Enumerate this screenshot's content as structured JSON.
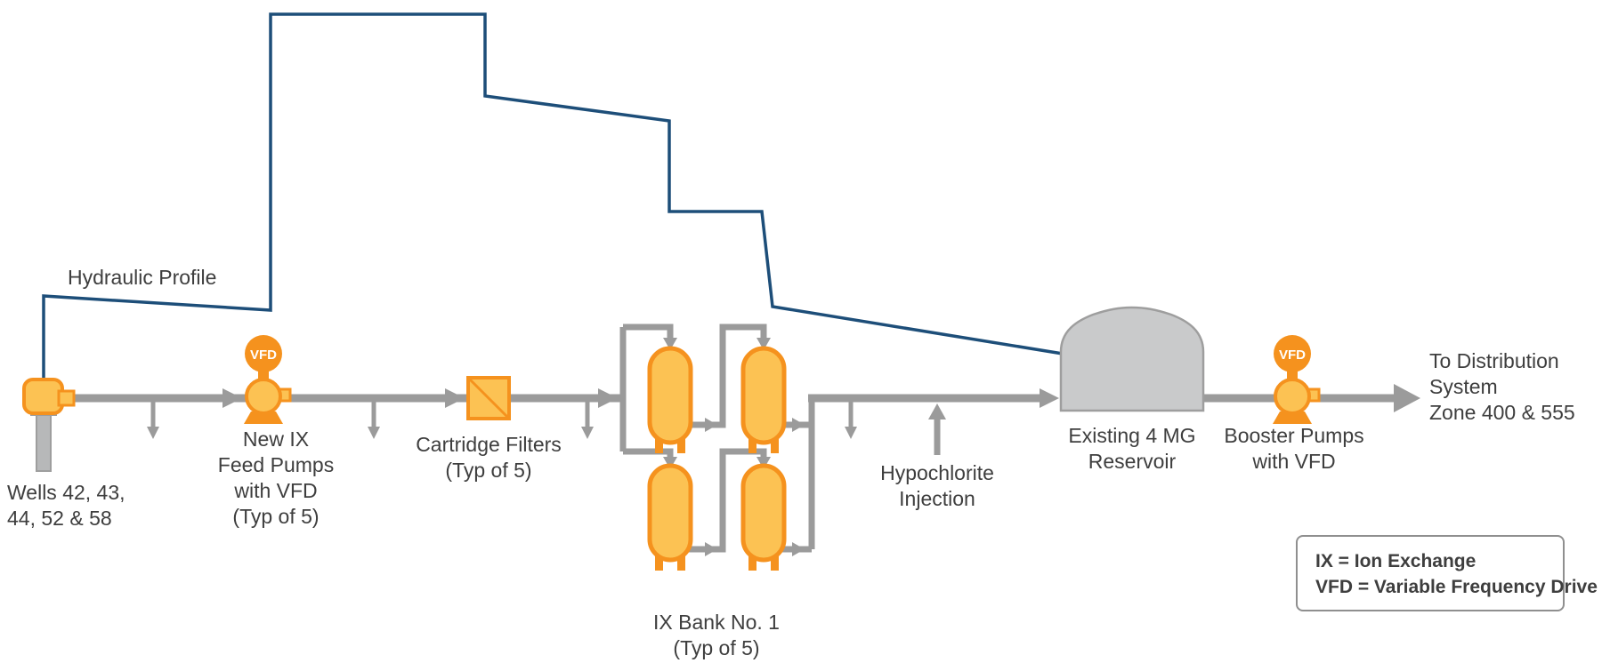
{
  "colors": {
    "pipe": "#9b9b9b",
    "navy": "#1d4e79",
    "equip-fill": "#fcc253",
    "equip-stroke": "#f5921e",
    "tank-fill": "#c9cacb",
    "tank-stroke": "#9e9e9e",
    "steel-fill": "#b7b8b9",
    "text": "#3e3e3e",
    "vfd-text": "#ffffff",
    "legend-border": "#8f8f8f"
  },
  "labels": {
    "hydraulic_profile": "Hydraulic Profile",
    "wells": {
      "line1": "Wells 42, 43,",
      "line2": "44, 52 & 58"
    },
    "feed_pumps": {
      "line1": "New IX",
      "line2": "Feed Pumps",
      "line3": "with VFD",
      "line4": "(Typ of 5)"
    },
    "cartridge_filters": {
      "line1": "Cartridge Filters",
      "line2": "(Typ of 5)"
    },
    "ix_bank": {
      "line1": "IX Bank No. 1",
      "line2": "(Typ of 5)"
    },
    "hypochlorite": {
      "line1": "Hypochlorite",
      "line2": "Injection"
    },
    "reservoir": {
      "line1": "Existing 4 MG",
      "line2": "Reservoir"
    },
    "booster_pumps": {
      "line1": "Booster Pumps",
      "line2": "with VFD"
    },
    "distribution": {
      "line1": "To Distribution",
      "line2": "System",
      "line3": "Zone 400 & 555"
    },
    "vfd_badge": "VFD"
  },
  "legend": {
    "line1": "IX = Ion Exchange",
    "line2": "VFD = Variable Frequency Drive"
  }
}
